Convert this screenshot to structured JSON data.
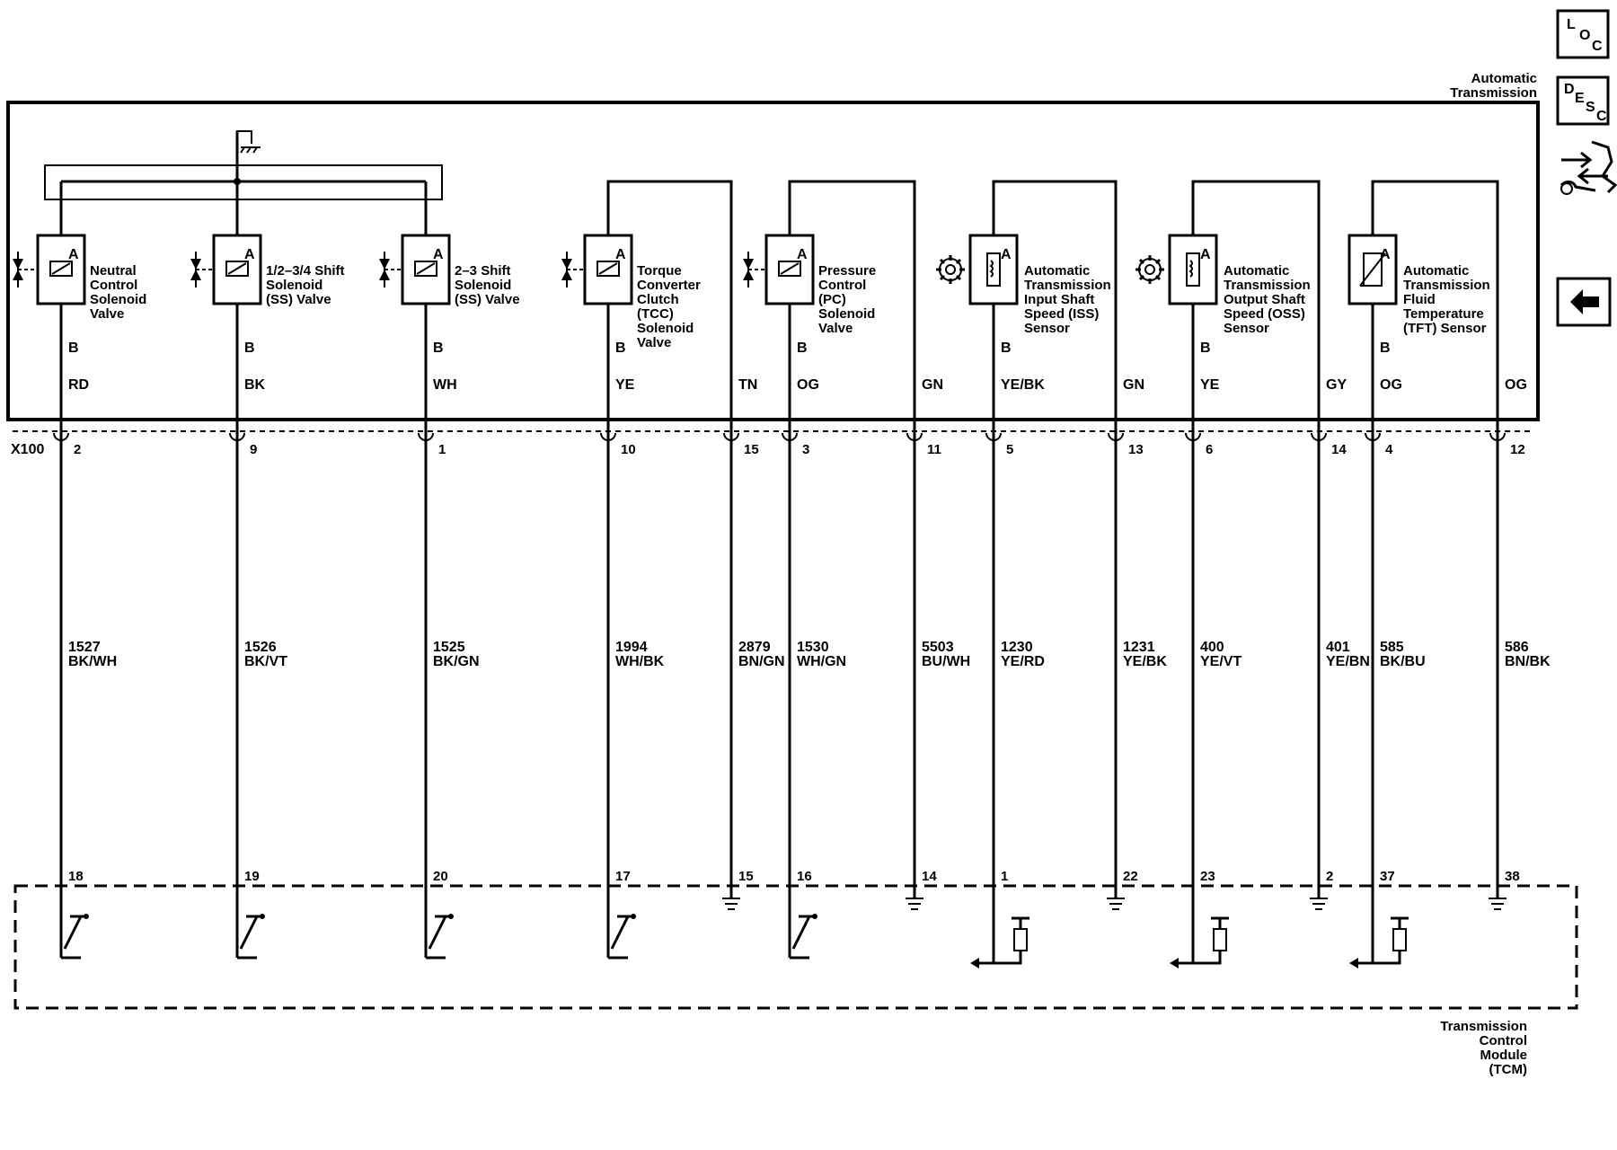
{
  "header": {
    "assembly_label": [
      "Automatic",
      "Transmission"
    ],
    "connector_id": "X100",
    "module_label": [
      "Transmission",
      "Control",
      "Module",
      "(TCM)"
    ]
  },
  "side_buttons": {
    "loc": [
      "L",
      "O",
      "C"
    ],
    "desc": [
      "D",
      "E",
      "S",
      "C"
    ],
    "connector_icon": "connector-view-icon",
    "back_icon": "back-arrow-icon"
  },
  "components": [
    {
      "id": "neutral-control-solenoid-valve",
      "kind": "solenoid",
      "lines": [
        "Neutral",
        "Control",
        "Solenoid",
        "Valve"
      ],
      "pin_a": "A",
      "pin_b": "B"
    },
    {
      "id": "shift-1-2-3-4-solenoid-valve",
      "kind": "solenoid",
      "lines": [
        "1/2–3/4 Shift",
        "Solenoid",
        "(SS) Valve"
      ],
      "pin_a": "A",
      "pin_b": "B"
    },
    {
      "id": "shift-2-3-solenoid-valve",
      "kind": "solenoid",
      "lines": [
        "2–3 Shift",
        "Solenoid",
        "(SS) Valve"
      ],
      "pin_a": "A",
      "pin_b": "B"
    },
    {
      "id": "tcc-solenoid-valve",
      "kind": "solenoid",
      "lines": [
        "Torque",
        "Converter",
        "Clutch",
        "(TCC)",
        "Solenoid",
        "Valve"
      ],
      "pin_a": "A",
      "pin_b": "B"
    },
    {
      "id": "pc-solenoid-valve",
      "kind": "solenoid",
      "lines": [
        "Pressure",
        "Control",
        "(PC)",
        "Solenoid",
        "Valve"
      ],
      "pin_a": "A",
      "pin_b": "B"
    },
    {
      "id": "iss-sensor",
      "kind": "speed",
      "lines": [
        "Automatic",
        "Transmission",
        "Input Shaft",
        "Speed (ISS)",
        "Sensor"
      ],
      "pin_a": "A",
      "pin_b": "B"
    },
    {
      "id": "oss-sensor",
      "kind": "speed",
      "lines": [
        "Automatic",
        "Transmission",
        "Output Shaft",
        "Speed (OSS)",
        "Sensor"
      ],
      "pin_a": "A",
      "pin_b": "B"
    },
    {
      "id": "tft-sensor",
      "kind": "thermistor",
      "lines": [
        "Automatic",
        "Transmission",
        "Fluid",
        "Temperature",
        "(TFT) Sensor"
      ],
      "pin_a": "A",
      "pin_b": "B"
    }
  ],
  "wires": [
    {
      "internal": "RD",
      "x100_pin": "2",
      "circuit": "1527",
      "color": "BK/WH",
      "tcm_pin": "18"
    },
    {
      "internal": "BK",
      "x100_pin": "9",
      "circuit": "1526",
      "color": "BK/VT",
      "tcm_pin": "19"
    },
    {
      "internal": "WH",
      "x100_pin": "1",
      "circuit": "1525",
      "color": "BK/GN",
      "tcm_pin": "20"
    },
    {
      "internal": "YE",
      "x100_pin": "10",
      "circuit": "1994",
      "color": "WH/BK",
      "tcm_pin": "17"
    },
    {
      "internal": "TN",
      "x100_pin": "15",
      "circuit": "2879",
      "color": "BN/GN",
      "tcm_pin": "15"
    },
    {
      "internal": "OG",
      "x100_pin": "3",
      "circuit": "1530",
      "color": "WH/GN",
      "tcm_pin": "16"
    },
    {
      "internal": "GN",
      "x100_pin": "11",
      "circuit": "5503",
      "color": "BU/WH",
      "tcm_pin": "14"
    },
    {
      "internal": "YE/BK",
      "x100_pin": "5",
      "circuit": "1230",
      "color": "YE/RD",
      "tcm_pin": "1"
    },
    {
      "internal": "GN",
      "x100_pin": "13",
      "circuit": "1231",
      "color": "YE/BK",
      "tcm_pin": "22"
    },
    {
      "internal": "YE",
      "x100_pin": "6",
      "circuit": "400",
      "color": "YE/VT",
      "tcm_pin": "23"
    },
    {
      "internal": "GY",
      "x100_pin": "14",
      "circuit": "401",
      "color": "YE/BN",
      "tcm_pin": "2"
    },
    {
      "internal": "OG",
      "x100_pin": "4",
      "circuit": "585",
      "color": "BK/BU",
      "tcm_pin": "37"
    },
    {
      "internal": "OG",
      "x100_pin": "12",
      "circuit": "586",
      "color": "BN/BK",
      "tcm_pin": "38"
    }
  ]
}
